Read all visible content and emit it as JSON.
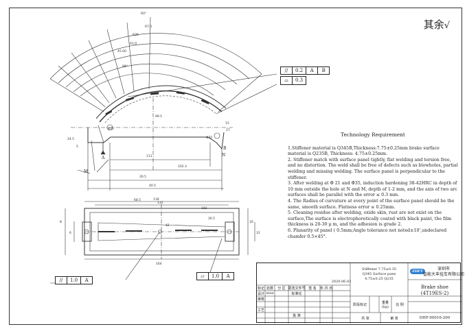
{
  "corner_mark": "其余",
  "tolerance_frames": {
    "top": [
      {
        "symbol": "//",
        "value": "0.2",
        "datum1": "A",
        "datum2": "B"
      },
      {
        "symbol": "⌓",
        "value": "0.3"
      }
    ],
    "bottom_left": {
      "symbol": "//",
      "value": "1.0",
      "datum": "A"
    },
    "bottom_mid": {
      "symbol": "⏥",
      "value": "1.0",
      "datum": "A"
    }
  },
  "datum_labels": {
    "a": "A",
    "b": "B",
    "m": "M",
    "n": "N"
  },
  "drawing_dims": [
    "R0°",
    "R7.5",
    "R25",
    "R1/2",
    "45.00",
    "Φ21",
    "Φ35",
    "88°",
    "99.5",
    "111",
    "102.3",
    "15",
    "27",
    "26.5",
    "40.5",
    "68.5",
    "24.5",
    "5",
    "8",
    "6",
    "16",
    "31",
    "42",
    "118",
    "132",
    "164",
    "183",
    "30.5"
  ],
  "requirements": {
    "title": "Technology Requirement",
    "items": [
      "1.Stiffener material is Q345B,Thickness:7.75±0.25mm brake surface material is Q235B, Thickness: 4.75±0.25mm.",
      "2. Stiffener match with surface panel tightly, flat welding  and torsion free, and no distortion. The weld shall be free of defects such as blowholes, partial welding and missing welding. The surface panel is perpendicular to the stiffener.",
      "3. After welding at Φ 21 and Φ35, induction hardening 38-42HRC in depth of 10 mm outside the hole at N and M, depth of 1-2 mm, and the axis of two arc surfaces shall be parallel with the error ≤ 0.3 mm.",
      "4. The Radius of curvature at every point of the surface panel should be the same, smooth surface. Flatness error ≤ 0.25mm.",
      "5. Cleaning residue after welding, oxide skin, rust are not exist on the surface,The surface is electrophoretically coated with black paint, the film thickness is 20-30 μ m, and the adhesion is grade 2.",
      "6. Planarity of panel ( 0.5mm;Angle tolerance not noted±10',undeclared chamfer 0.5×45°."
    ]
  },
  "title_block": {
    "material_lines": [
      "Stiffener 7.75±0.35",
      "Q345 Surface pane",
      "4.75±0.25 Q235"
    ],
    "date": "2020.06.02",
    "header_cells": [
      "标记",
      "处数",
      "分 区",
      "更改文件号",
      "签 名",
      "年.月.日"
    ],
    "designer_row": [
      "设计",
      "xxxx",
      "标准化"
    ],
    "row_labels": [
      "审核",
      "工艺",
      "批 准"
    ],
    "mark_label": "阶段标记",
    "weight_label": "重量 (kg)",
    "scale_label": "比 例",
    "sheets": [
      "共 张",
      "第 张"
    ],
    "logo_text": "ZHFT",
    "company": [
      "深圳市",
      "智能大丰挂车有限公司"
    ],
    "part_name": [
      "Brake shoe",
      "(4T19ES-2)"
    ],
    "drawing_no": "DHF-00016-200"
  }
}
